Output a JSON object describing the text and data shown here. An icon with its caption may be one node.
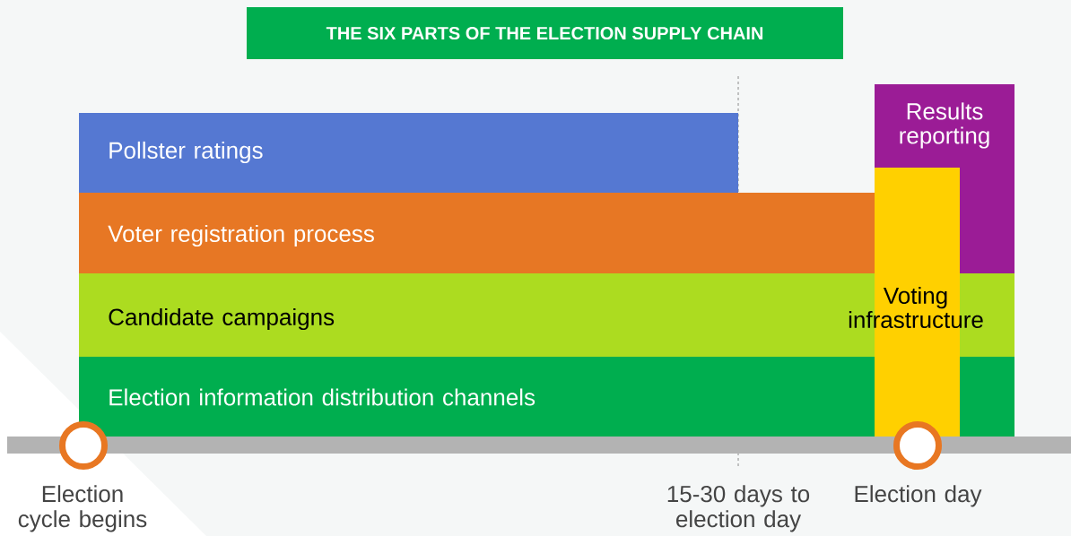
{
  "diagram": {
    "title": "THE SIX PARTS OF THE ELECTION SUPPLY CHAIN",
    "nodes": [
      {
        "text": [
          "Results reporting"
        ]
      },
      {
        "text": [
          "Pollster ratings"
        ]
      },
      {
        "text": [
          "Voter registration process"
        ]
      },
      {
        "text": [
          "Voting infrastructure"
        ]
      },
      {
        "text": [
          "Candidate campaigns"
        ]
      },
      {
        "text": [
          "Election information distribution channels"
        ]
      },
      {
        "text": [],
        "shape": "circle",
        "beside": [
          "Election cycle begins"
        ]
      },
      {
        "text": [],
        "shape": "circle",
        "beside": [
          "Election day"
        ]
      }
    ],
    "labels": [
      "15-30 days to election day"
    ]
  }
}
